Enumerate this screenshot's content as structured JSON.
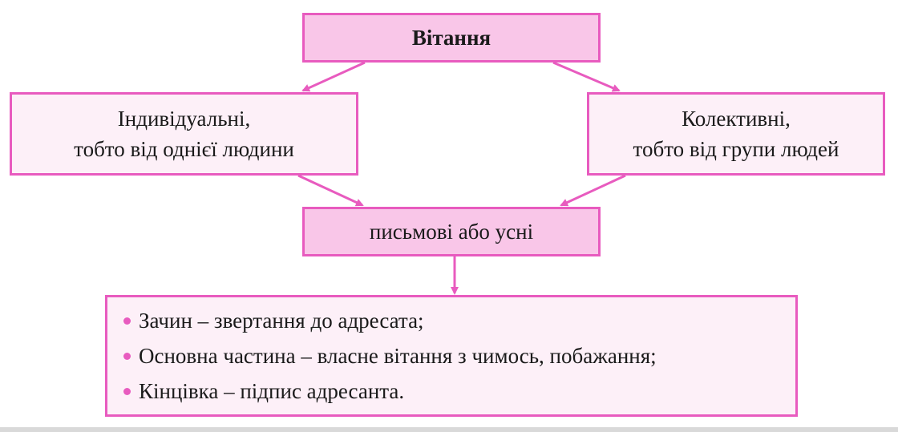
{
  "colors": {
    "border": "#e85bbf",
    "fill_dark": "#f9c6e8",
    "fill_light": "#fdf0f8",
    "arrow": "#e85bbf"
  },
  "diagram": {
    "title": "Вітання",
    "left_box": {
      "line1": "Індивідуальні,",
      "line2": "тобто від однієї людини"
    },
    "right_box": {
      "line1": "Колективні,",
      "line2": "тобто від групи людей"
    },
    "middle_box": "письмові або усні",
    "list": [
      "Зачин – звертання до адресата;",
      "Основна частина – власне вітання з чимось, побажання;",
      "Кінцівка – підпис адресанта."
    ]
  }
}
